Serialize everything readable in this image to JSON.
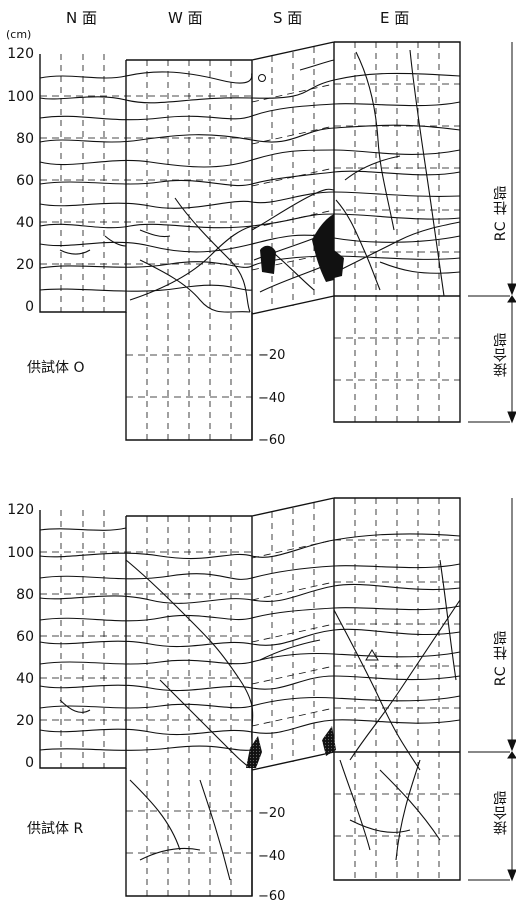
{
  "faces": [
    "N 面",
    "W 面",
    "S 面",
    "E 面"
  ],
  "unit": "(cm)",
  "specimens": [
    {
      "name": "供試体 O",
      "y_ticks": [
        "120",
        "100",
        "80",
        "60",
        "40",
        "20",
        "0"
      ],
      "neg_ticks": [
        "−20",
        "−40",
        "−60"
      ],
      "rc_label": "RC 柱部",
      "joint_label": "接合部"
    },
    {
      "name": "供試体 R",
      "y_ticks": [
        "120",
        "100",
        "80",
        "60",
        "40",
        "20",
        "0"
      ],
      "neg_ticks": [
        "−20",
        "−40",
        "−60"
      ],
      "rc_label": "RC 柱部",
      "joint_label": "接合部"
    }
  ]
}
